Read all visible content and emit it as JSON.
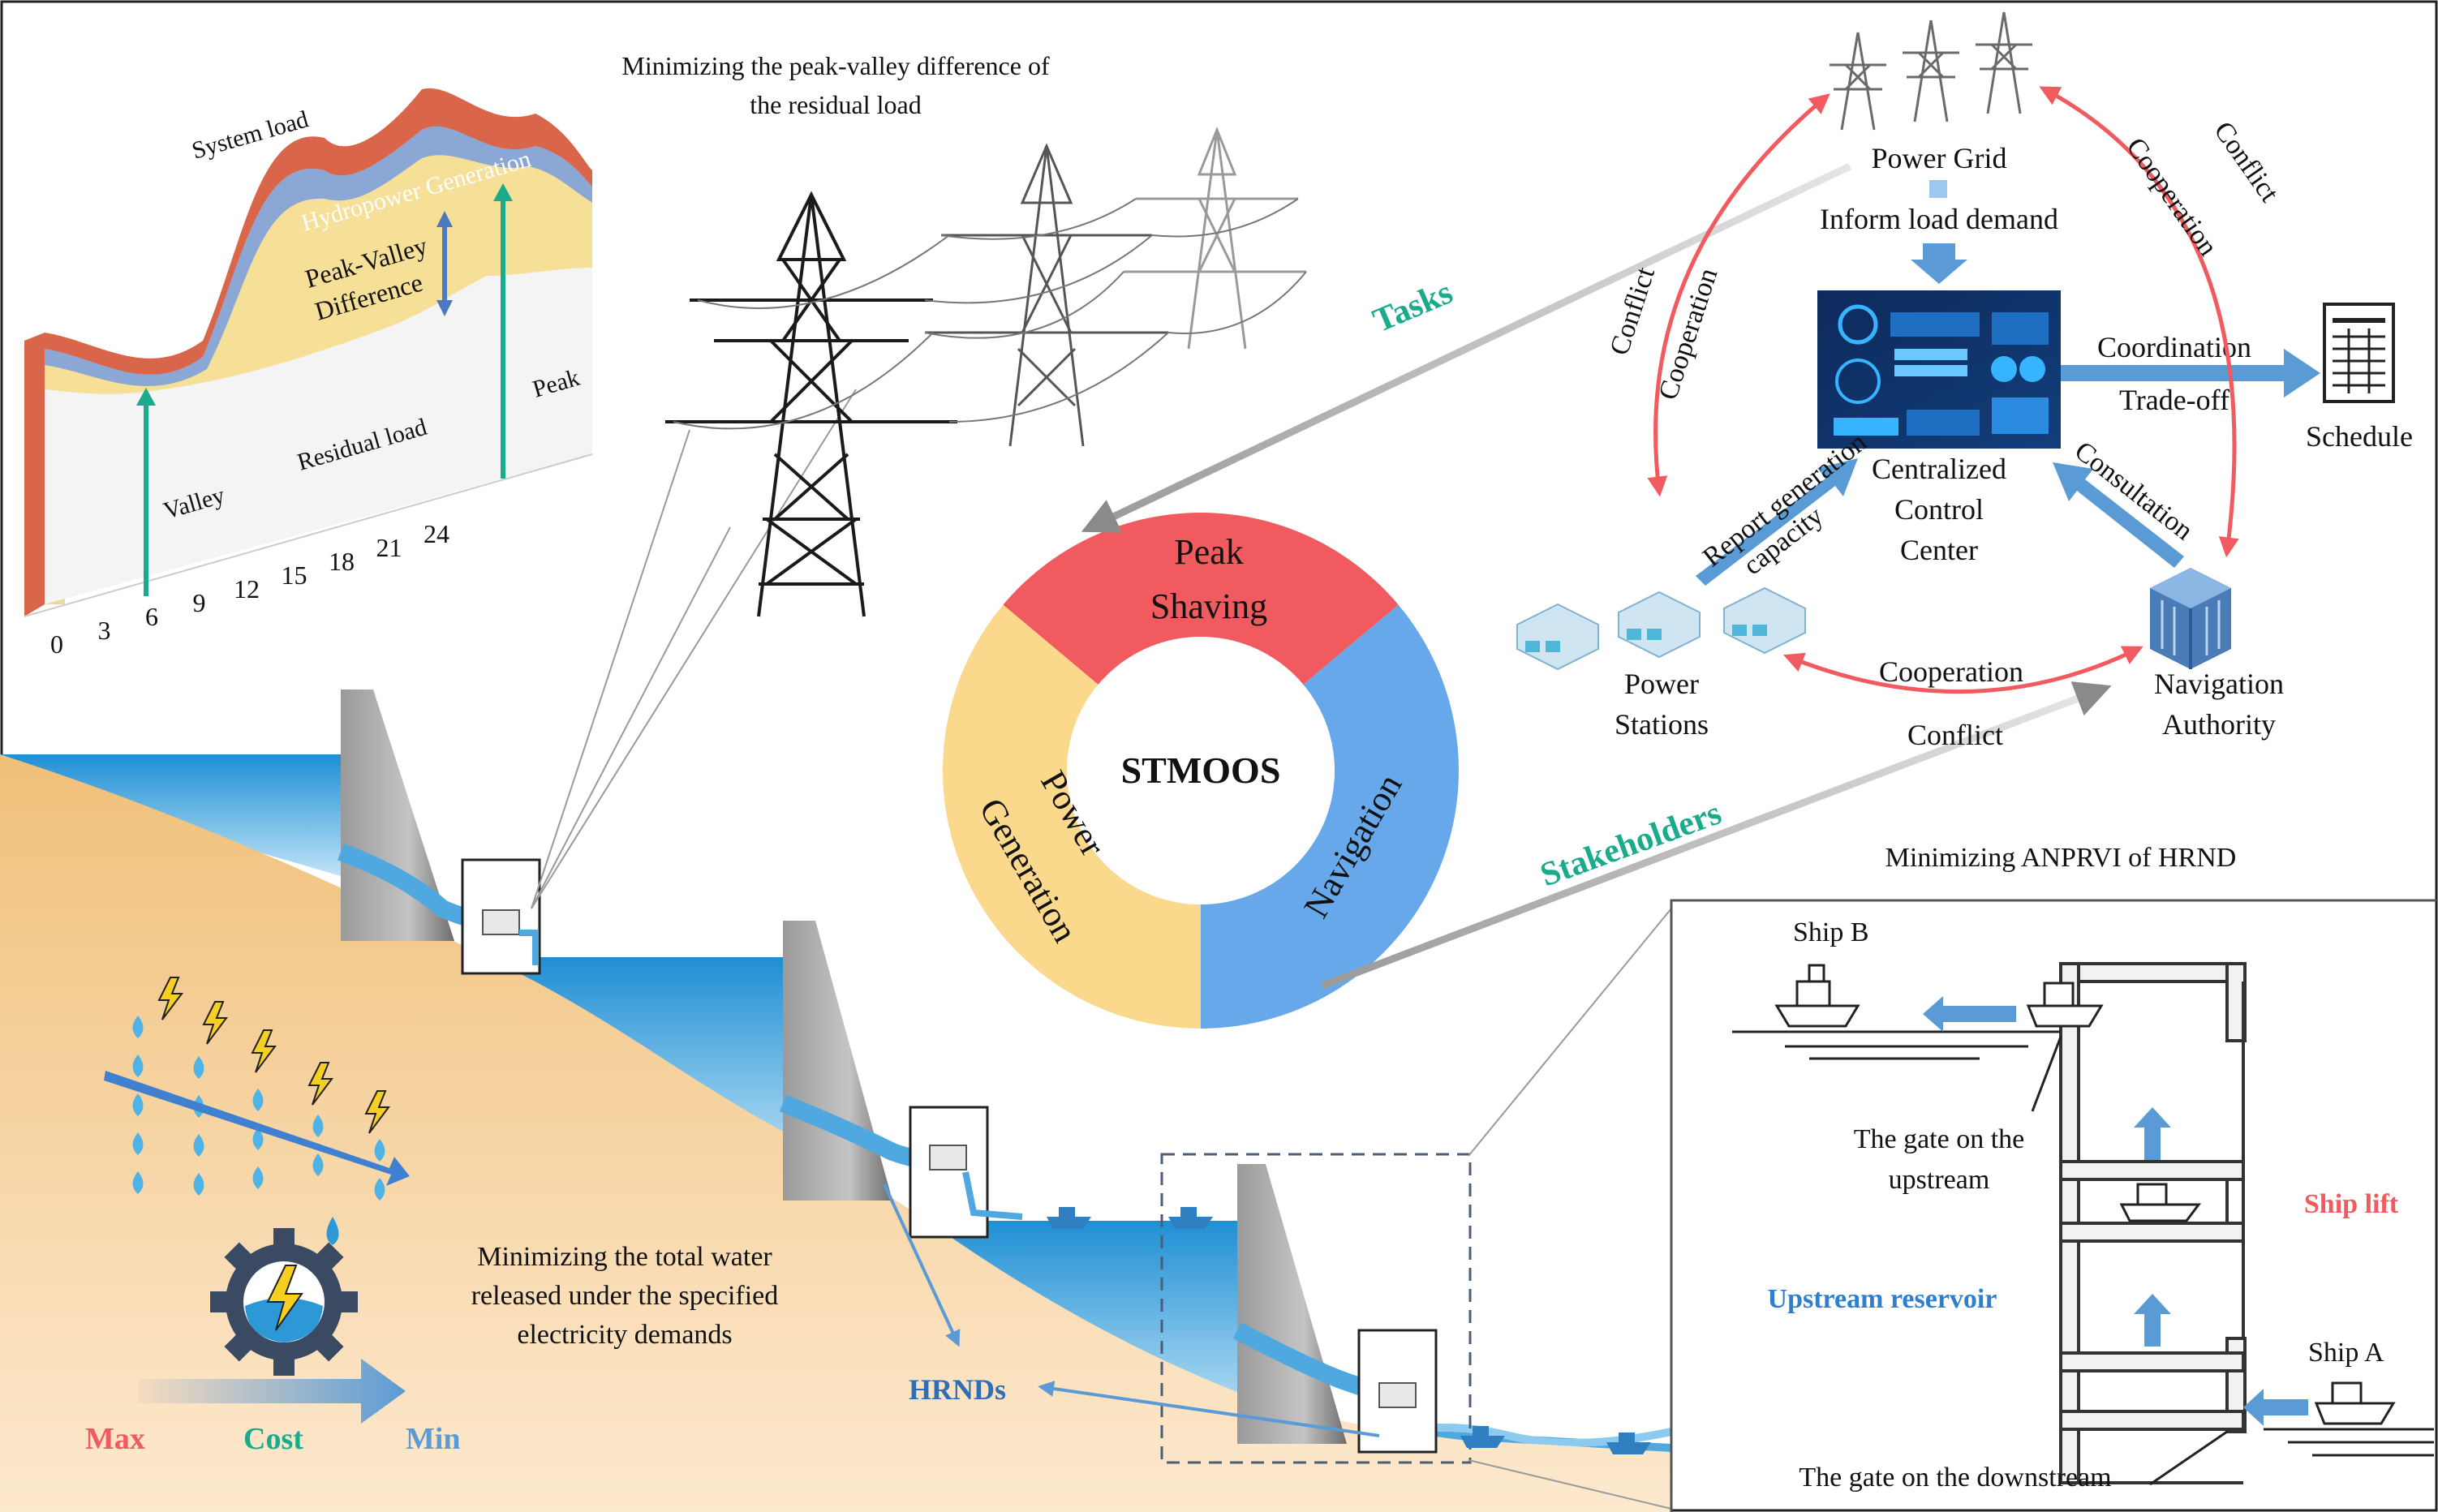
{
  "load_chart": {
    "system_load": "System load",
    "hydropower_generation": "Hydropower Generation",
    "peak_valley_difference": [
      "Peak-Valley",
      "Difference"
    ],
    "residual_load": "Residual load",
    "valley": "Valley",
    "peak": "Peak",
    "hours": [
      "0",
      "3",
      "6",
      "9",
      "12",
      "15",
      "18",
      "21",
      "24"
    ]
  },
  "objectives": {
    "peak_valley": [
      "Minimizing  the peak-valley difference of",
      "the residual load"
    ],
    "water_release": [
      "Minimizing  the total water",
      "released under the specified",
      "electricity demands"
    ],
    "anprvi": "Minimizing  ANPRVI of HRND"
  },
  "cost_scale": {
    "max": "Max",
    "cost": "Cost",
    "min": "Min"
  },
  "ring": {
    "center": "STMOOS",
    "segments": [
      {
        "id": "peak-shaving",
        "label": [
          "Peak",
          "Shaving"
        ],
        "color": "#f15a5e"
      },
      {
        "id": "navigation",
        "label": [
          "Navigation"
        ],
        "color": "#67a8ea"
      },
      {
        "id": "power-generation",
        "label": [
          "Power",
          "Generation"
        ],
        "color": "#fbd98c"
      }
    ]
  },
  "callouts": {
    "tasks": "Tasks",
    "stakeholders": "Stakeholders",
    "hrnds": "HRNDs"
  },
  "stakeholder_diagram": {
    "power_grid": "Power Grid",
    "inform_load_demand": "Inform load demand",
    "centralized_control_center": [
      "Centralized",
      "Control",
      "Center"
    ],
    "schedule": "Schedule",
    "coordination": "Coordination",
    "trade_off": "Trade-off",
    "report_generation_capacity": [
      "Report generation",
      "capacity"
    ],
    "consultation": "Consultation",
    "power_stations": [
      "Power",
      "Stations"
    ],
    "navigation_authority": [
      "Navigation",
      "Authority"
    ],
    "cooperation_bottom": "Cooperation",
    "conflict_bottom": "Conflict",
    "left_arc": [
      "Conflict",
      "Cooperation"
    ],
    "right_arc": [
      "Conflict",
      "Cooperation"
    ]
  },
  "ship_lift": {
    "ship_b": "Ship B",
    "ship_a": "Ship A",
    "gate_upstream": [
      "The gate on the",
      "upstream"
    ],
    "ship_lift": "Ship lift",
    "upstream_reservoir": "Upstream reservoir",
    "gate_downstream": "The gate on the downstream"
  },
  "colors": {
    "red": "#f15a5e",
    "blue": "#5b9bd5",
    "teal": "#1aaa8c",
    "sand": "#f3c583",
    "water": "#2c98d6"
  }
}
